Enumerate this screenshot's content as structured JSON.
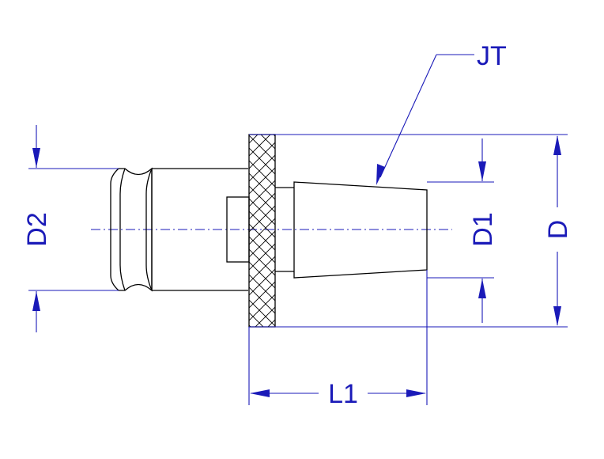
{
  "labels": {
    "jt": "JT",
    "d1": "D1",
    "d2": "D2",
    "d": "D",
    "l1": "L1"
  },
  "colors": {
    "dimension": "#1a1ab8",
    "part": "#000000"
  }
}
